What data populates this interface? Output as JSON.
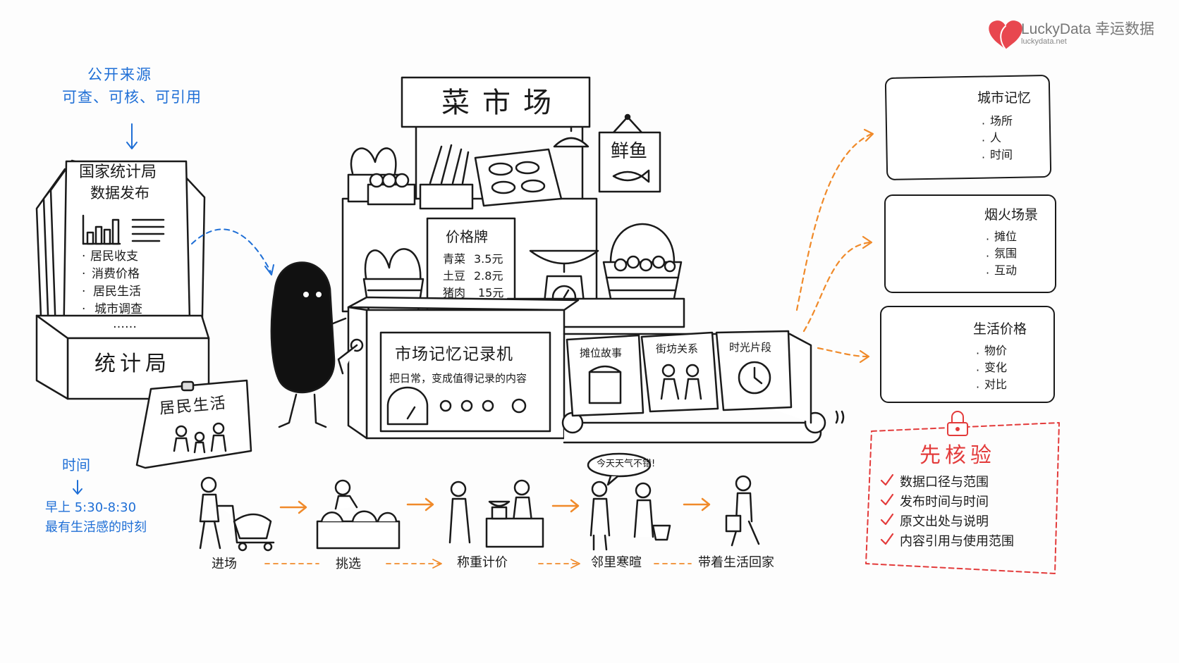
{
  "brand": {
    "name": "LuckyData 幸运数据",
    "url": "luckydata.net",
    "color": "#e8474f"
  },
  "source_note": {
    "line1": "公开来源",
    "line2": "可查、可核、可引用"
  },
  "bureau": {
    "doc_title1": "国家统计局",
    "doc_title2": "数据发布",
    "items": [
      "居民收支",
      "消费价格",
      "居民生活",
      "城市调查",
      "……"
    ],
    "box_label": "统计局"
  },
  "residents_sign": "居民生活",
  "market": {
    "sign": "菜市场",
    "fish_sign": "鲜鱼",
    "price_board": {
      "title": "价格牌",
      "rows": [
        {
          "name": "青菜",
          "price": "3.5元"
        },
        {
          "name": "土豆",
          "price": "2.8元"
        },
        {
          "name": "猪肉",
          "price": "15元"
        }
      ],
      "more": "……"
    },
    "machine": {
      "title": "市场记忆记录机",
      "subtitle": "把日常，变成值得记录的内容"
    },
    "conveyor_cards": [
      "摊位故事",
      "街坊关系",
      "时光片段"
    ]
  },
  "outputs": [
    {
      "title": "城市记忆",
      "items": [
        "场所",
        "人",
        "时间"
      ],
      "icon": "person-icon"
    },
    {
      "title": "烟火场景",
      "items": [
        "摊位",
        "氛围",
        "互动"
      ],
      "icon": "camera-icon"
    },
    {
      "title": "生活价格",
      "items": [
        "物价",
        "变化",
        "对比"
      ],
      "icon": "bar-chart-icon"
    }
  ],
  "verify": {
    "title": "先核验",
    "items": [
      "数据口径与范围",
      "发布时间与时间",
      "原文出处与说明",
      "内容引用与使用范围"
    ],
    "color": "#e33b3b"
  },
  "time_note": {
    "label": "时间",
    "line1": "早上 5:30-8:30",
    "line2": "最有生活感的时刻"
  },
  "timeline": {
    "steps": [
      "进场",
      "挑选",
      "称重计价",
      "邻里寒暄",
      "带着生活回家"
    ],
    "speech": "今天天气不错!"
  },
  "colors": {
    "blue": "#1f6fd6",
    "orange": "#f08a2a",
    "ink": "#1a1a1a"
  }
}
